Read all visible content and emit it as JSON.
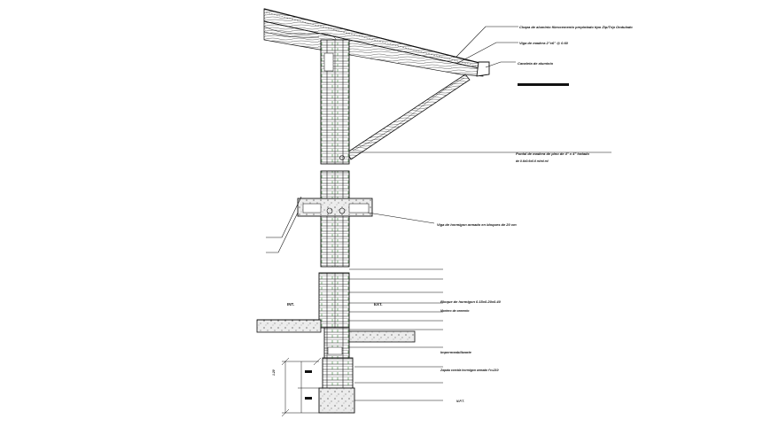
{
  "labels": {
    "roof_top": "Chapa de aluminio fibrocemento prepintado tipo Zip/Trip Ondulado",
    "roof_beam": "Viga de madera 2\"x6\" @ 0.60",
    "gutter": "Canaleta de aluminio",
    "strut": "Puntal de madera de pino de 4\" x 4\" tratado",
    "strut_sub": "de 0.6x0.6x0.6 m/ml ml",
    "lintel": "Viga de hormigon armado en bloques de 20 cm",
    "wall_block": "Bloque de hormigon 0.15x0.20x0.40",
    "wall_mortar": "Mortero de cemento",
    "dpc": "Impermeabilizante",
    "foundation": "Zapata corrida hormigon armado f'c=210",
    "room_left": "INT.",
    "room_right": "EXT.",
    "dim_total": "1.20",
    "bottom_note": "N.P.T."
  },
  "colors": {
    "line": "#111111",
    "mortar_green": "#2e7d2e",
    "fill_grey": "#d6d6d6",
    "ground": "#e4e4e4"
  }
}
